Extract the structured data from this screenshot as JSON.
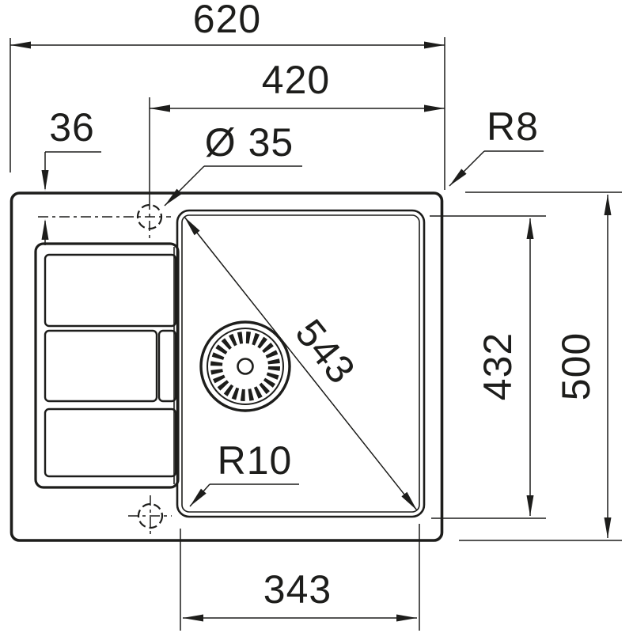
{
  "drawing": {
    "colors": {
      "line": "#1d1d1b",
      "background": "#ffffff"
    },
    "dimensions": {
      "overall_width": "620",
      "right_section_width": "420",
      "tap_hole_offset": "36",
      "tap_hole_diameter": "Ø 35",
      "outer_corner_radius": "R8",
      "bowl_diagonal": "543",
      "bowl_length": "432",
      "overall_depth": "500",
      "bowl_corner_radius": "R10",
      "bowl_width": "343"
    }
  }
}
